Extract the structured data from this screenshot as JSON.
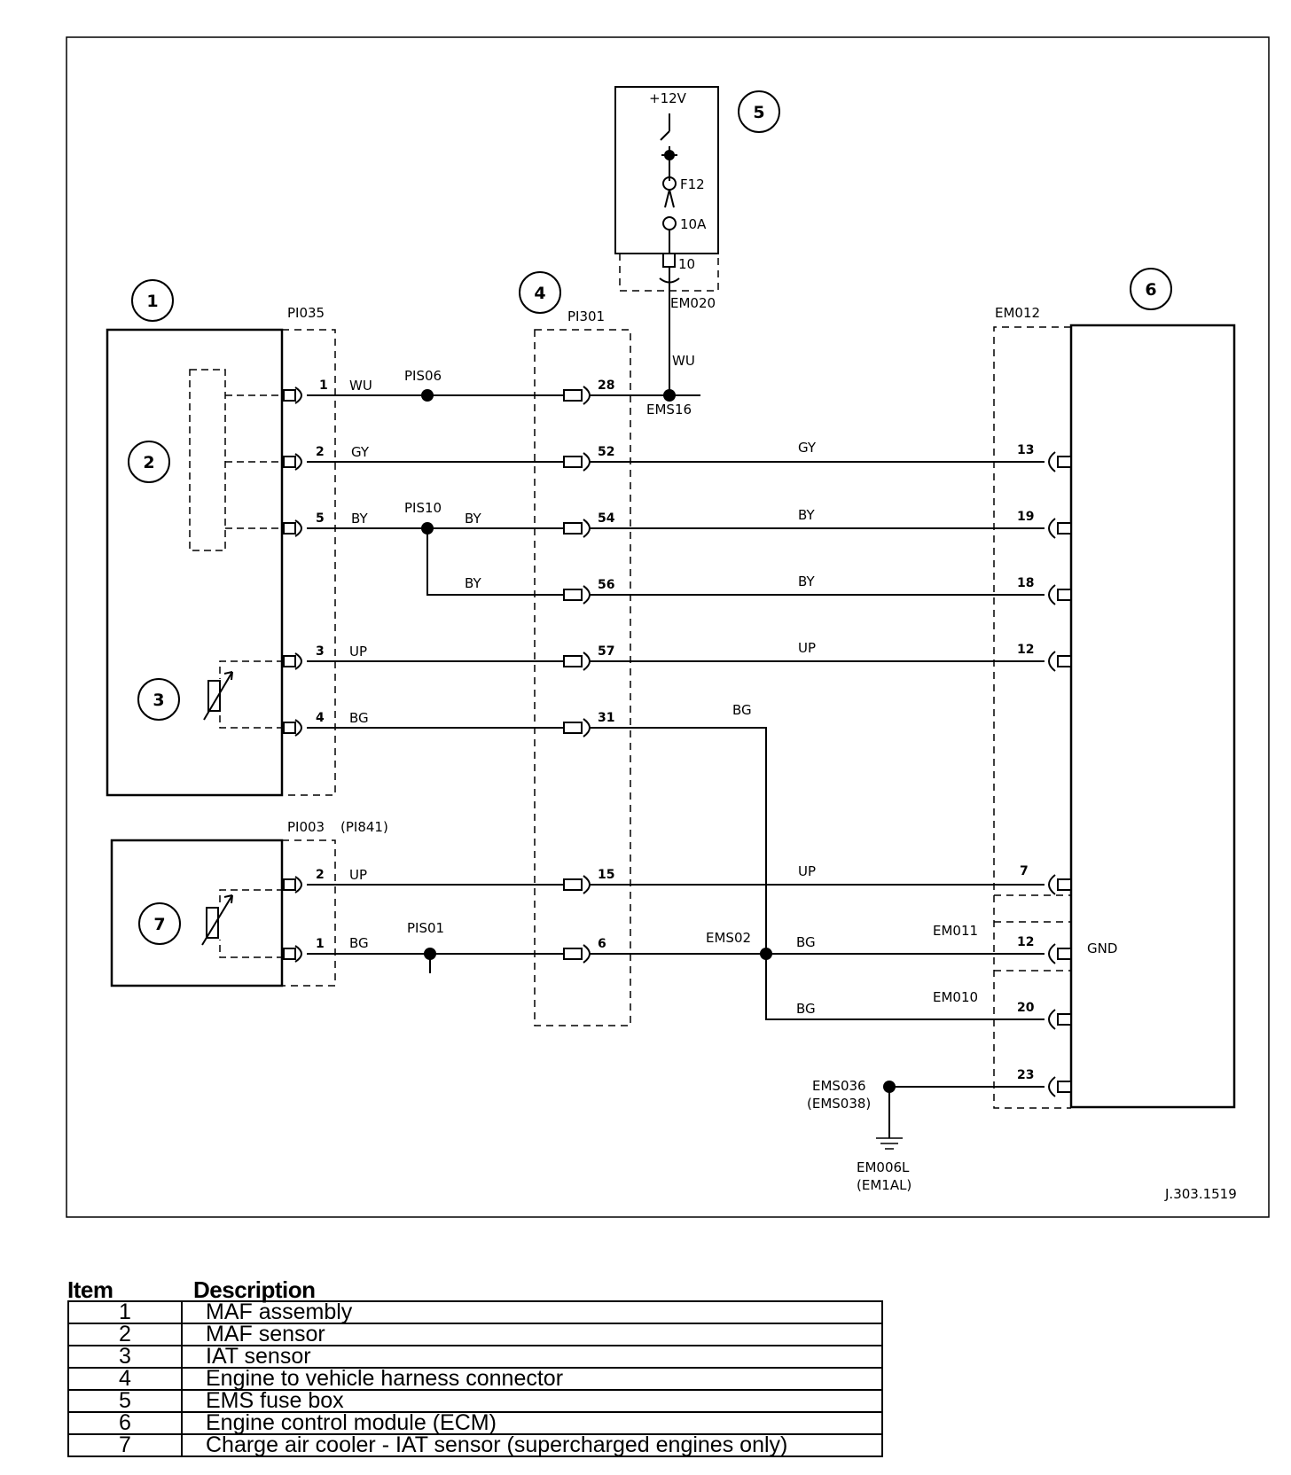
{
  "diagram": {
    "figure_id": "J.303.1519",
    "callouts": [
      "1",
      "2",
      "3",
      "4",
      "5",
      "6",
      "7"
    ],
    "fuse_box": {
      "voltage": "+12V",
      "fuse": "F12",
      "rating": "10A",
      "pin": "10",
      "connector": "EM020"
    },
    "connectors": {
      "maf": "PI035",
      "harness": "PI301",
      "ecm": "EM012",
      "cac_sensor": "PI003",
      "cac_sensor_alt": "(PI841)",
      "ecm_b": "EM011",
      "ecm_c": "EM010"
    },
    "splices": {
      "s1": "PIS06",
      "s2": "PIS10",
      "s3": "PIS01",
      "s4": "EMS16",
      "s5": "EMS02",
      "ground_splice": "EMS036",
      "ground_splice_alt": "(EMS038)",
      "ground": "EM006L",
      "ground_alt": "(EM1AL)"
    },
    "gnd_label": "GND",
    "wire_colors": {
      "wu": "WU",
      "gy": "GY",
      "by": "BY",
      "up": "UP",
      "bg": "BG"
    },
    "pins": {
      "maf": [
        "1",
        "2",
        "5",
        "3",
        "4"
      ],
      "cac": [
        "2",
        "1"
      ],
      "harness": [
        "28",
        "52",
        "54",
        "56",
        "57",
        "31",
        "15",
        "6"
      ],
      "ecm": [
        "13",
        "19",
        "18",
        "12",
        "7",
        "12",
        "20",
        "23"
      ]
    }
  },
  "legend": {
    "item_header": "Item",
    "description_header": "Description",
    "rows": [
      {
        "item": "1",
        "description": "MAF assembly"
      },
      {
        "item": "2",
        "description": "MAF sensor"
      },
      {
        "item": "3",
        "description": "IAT sensor"
      },
      {
        "item": "4",
        "description": "Engine to vehicle harness connector"
      },
      {
        "item": "5",
        "description": "EMS fuse box"
      },
      {
        "item": "6",
        "description": "Engine control module (ECM)"
      },
      {
        "item": "7",
        "description": "Charge air cooler - IAT sensor (supercharged engines only)"
      }
    ]
  }
}
